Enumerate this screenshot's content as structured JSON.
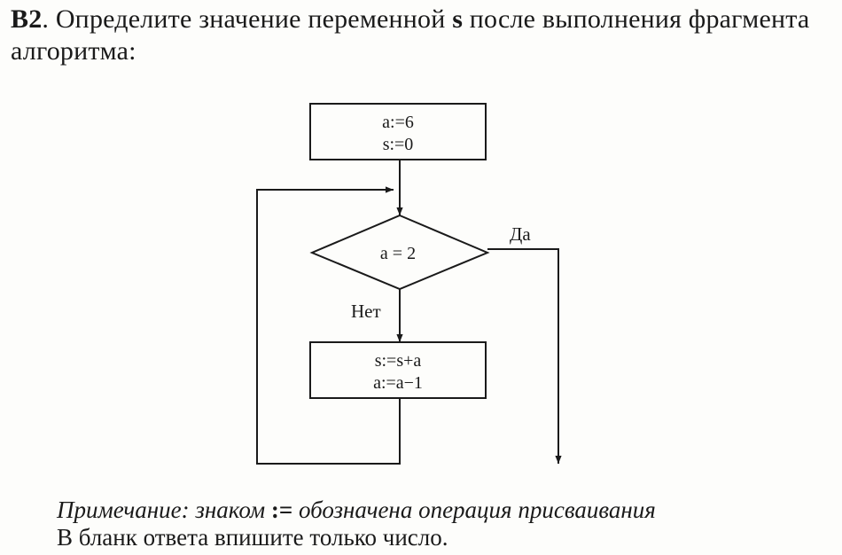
{
  "question": {
    "number": "B2",
    "text_before": ". Определите значение переменной ",
    "variable": "s",
    "text_after": " после выполнения фрагмента алгоритма:"
  },
  "flowchart": {
    "init_block": {
      "line1": "a:=6",
      "line2": "s:=0"
    },
    "condition": "a = 2",
    "yes_label": "Да",
    "no_label": "Нет",
    "loop_block": {
      "line1": "s:=s+a",
      "line2": "a:=a−1"
    }
  },
  "note": {
    "label": "Примечание:",
    "text_before": " знаком ",
    "operator": ":=",
    "text_after": " обозначена операция присваивания"
  },
  "answer_instruction": "В бланк ответа впишите только число."
}
